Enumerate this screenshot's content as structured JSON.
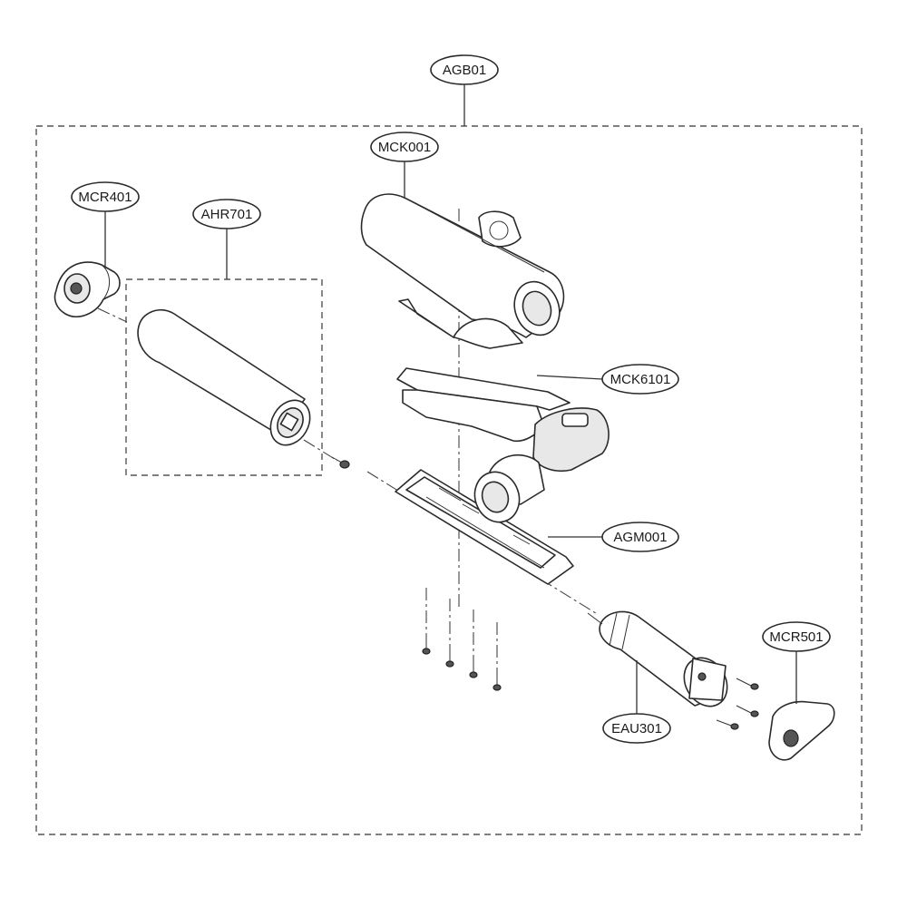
{
  "callouts": {
    "agb01": "AGB01",
    "mck001": "MCK001",
    "mcr401": "MCR401",
    "ahr701": "AHR701",
    "mck6101": "MCK6101",
    "agm001": "AGM001",
    "mcr501": "MCR501",
    "eau301": "EAU301"
  }
}
